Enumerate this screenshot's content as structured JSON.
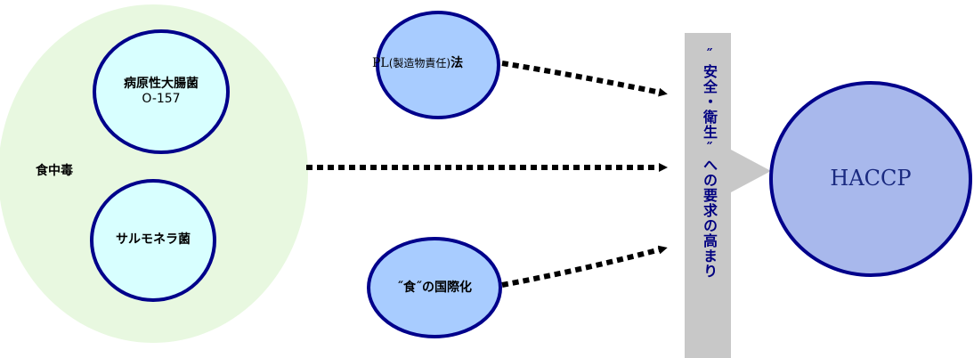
{
  "food_poisoning": {
    "label": "食中毒",
    "bacteria_1_line1": "病原性大腸菌",
    "bacteria_1_line2": "O-157",
    "bacteria_2": "サルモネラ菌"
  },
  "factors": {
    "pl_law_a": "PL",
    "pl_law_b": "(製造物責任)",
    "pl_law_c": "法",
    "globalization": "˝食˝の国際化"
  },
  "requirement_bar": "˝安全・衛生˝への要求の高まり",
  "goal": "HACCP",
  "colors": {
    "outer_green": "#e8f8e0",
    "bacteria_fill": "#d8ffff",
    "factor_fill": "#a8ccff",
    "goal_fill": "#a8b8ec",
    "stroke": "#00008b",
    "bar_gray": "#c8c8c8"
  }
}
